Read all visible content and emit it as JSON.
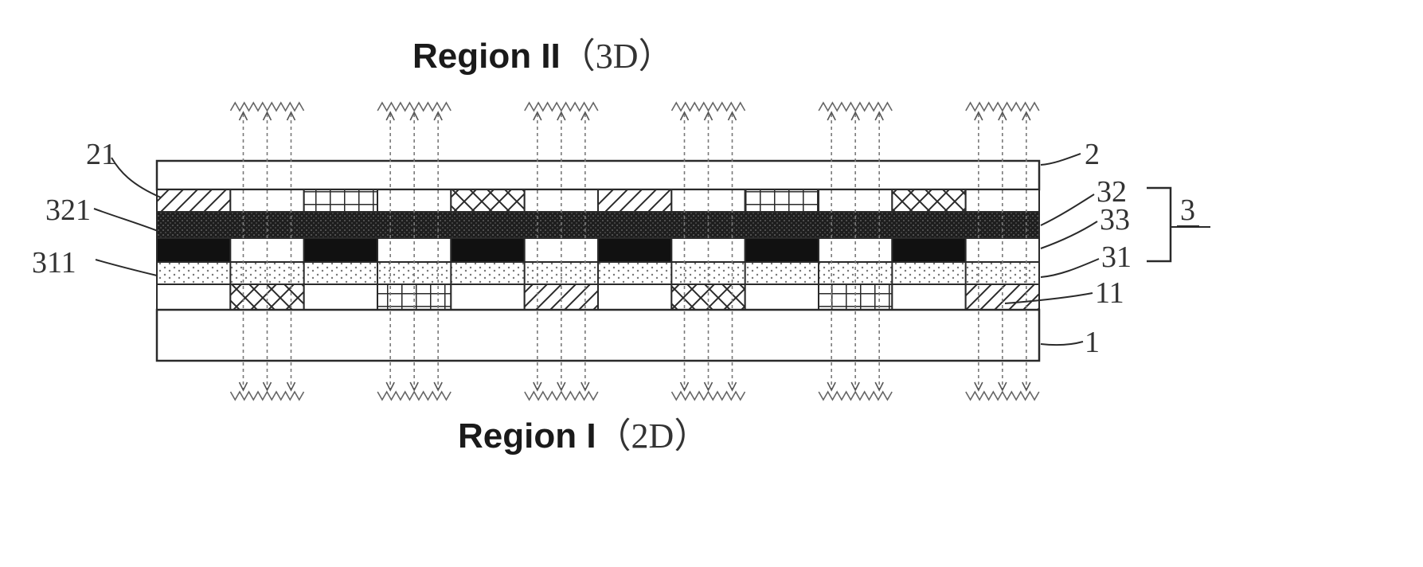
{
  "titles": {
    "top": {
      "label": "Region II",
      "paren": "（3D）"
    },
    "bottom": {
      "label": "Region I",
      "paren": "（2D）"
    }
  },
  "refs": {
    "r2": "2",
    "r21": "21",
    "r32": "32",
    "r3": "3",
    "r321": "321",
    "r33": "33",
    "r311": "311",
    "r31": "31",
    "r11": "11",
    "r1": "1"
  },
  "patterns": {
    "top_filters": [
      "hatch",
      "grid",
      "cross",
      "hatch",
      "grid",
      "cross"
    ],
    "bottom_filters": [
      "cross",
      "grid",
      "hatch",
      "cross",
      "grid",
      "hatch"
    ]
  },
  "colors": {
    "line": "#2a2a2a",
    "black_matrix": "#111111",
    "dotted_layer": "#888888"
  }
}
